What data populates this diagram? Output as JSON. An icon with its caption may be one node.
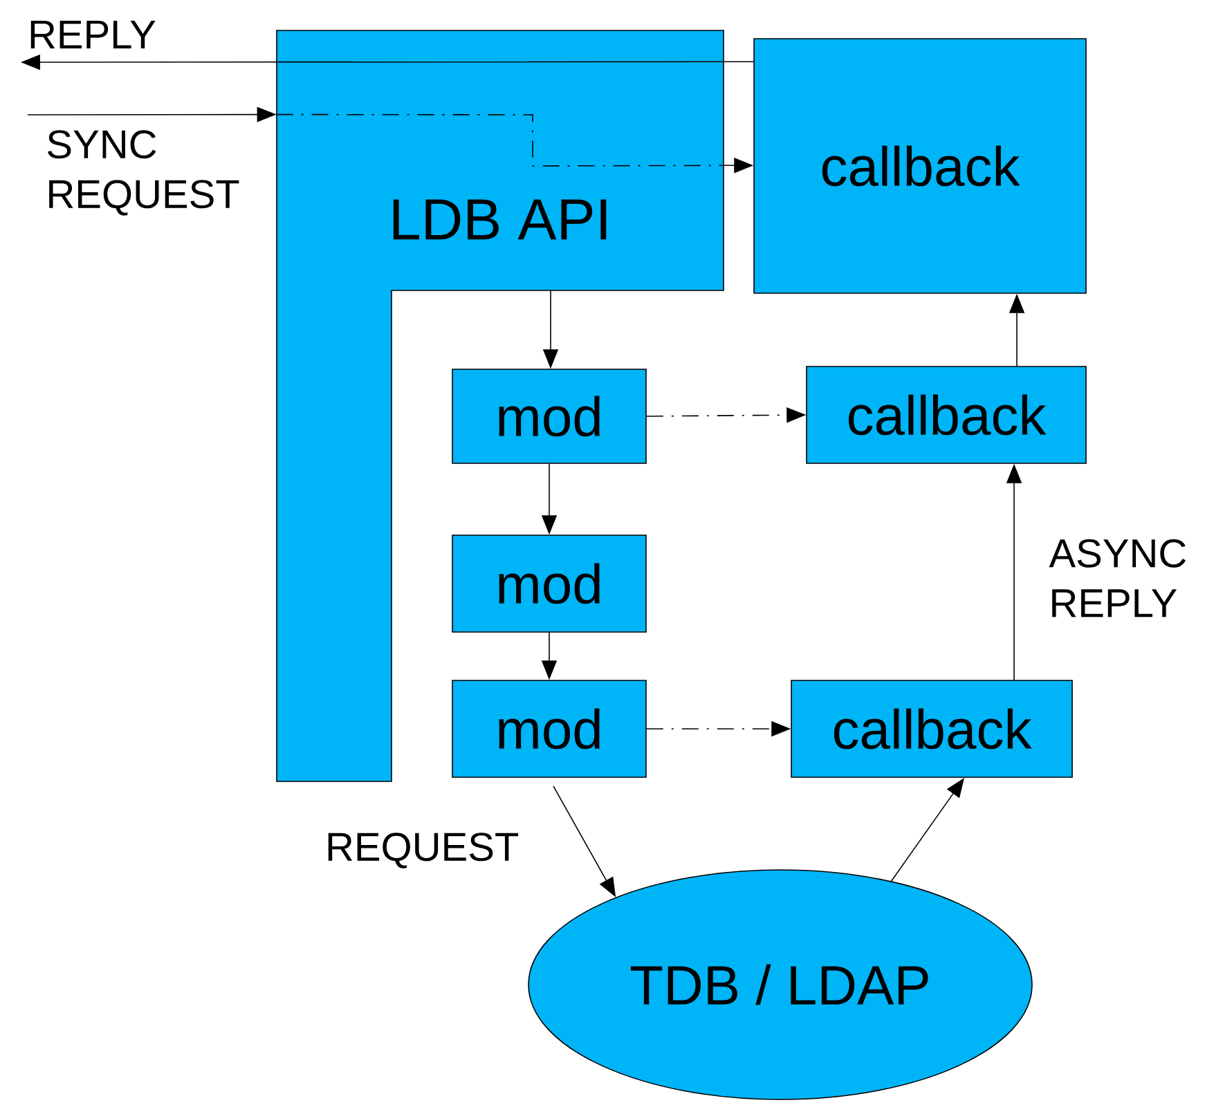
{
  "diagram": {
    "nodes": [
      {
        "text": [
          "LDB API"
        ]
      },
      {
        "text": [
          "callback"
        ]
      },
      {
        "text": [
          "mod"
        ]
      },
      {
        "text": [
          "callback"
        ]
      },
      {
        "text": [
          "mod"
        ]
      },
      {
        "text": [
          "mod"
        ]
      },
      {
        "text": [
          "callback"
        ]
      },
      {
        "text": [
          "TDB / LDAP"
        ]
      }
    ],
    "edges": [
      {
        "from": 1,
        "to": null,
        "arrow": "to",
        "label": "REPLY"
      },
      {
        "from": null,
        "to": 0,
        "arrow": "to",
        "label": "SYNC REQUEST"
      },
      {
        "from": 0,
        "to": 1,
        "arrow": "to",
        "style": "dashed"
      },
      {
        "from": 0,
        "to": 2,
        "arrow": "to"
      },
      {
        "from": 2,
        "to": 4,
        "arrow": "to"
      },
      {
        "from": 4,
        "to": 5,
        "arrow": "to"
      },
      {
        "from": 2,
        "to": 3,
        "arrow": "to",
        "style": "dashed"
      },
      {
        "from": 5,
        "to": 6,
        "arrow": "to",
        "style": "dashed"
      },
      {
        "from": 3,
        "to": 1,
        "arrow": "to"
      },
      {
        "from": 6,
        "to": 3,
        "arrow": "to",
        "label": "ASYNC REPLY"
      },
      {
        "from": 5,
        "to": 7,
        "arrow": "to",
        "label": "REQUEST"
      },
      {
        "from": 7,
        "to": 6,
        "arrow": "to"
      }
    ]
  }
}
